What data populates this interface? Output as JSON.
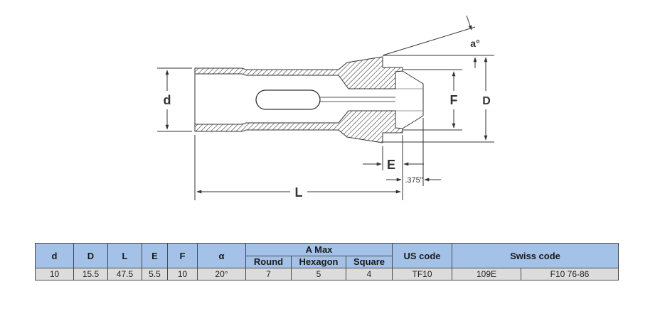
{
  "drawing": {
    "labels": {
      "d": "d",
      "D": "D",
      "L": "L",
      "E": "E",
      "F": "F",
      "angle": "a°",
      "offset": ".375\""
    }
  },
  "table": {
    "headers": {
      "d": "d",
      "D": "D",
      "L": "L",
      "E": "E",
      "F": "F",
      "alpha": "α",
      "a_max": "A Max",
      "round": "Round",
      "hexagon": "Hexagon",
      "square": "Square",
      "us_code": "US code",
      "swiss_code": "Swiss code"
    },
    "row": {
      "d": "10",
      "D": "15.5",
      "L": "47.5",
      "E": "5.5",
      "F": "10",
      "alpha": "20°",
      "round": "7",
      "hexagon": "5",
      "square": "4",
      "us_code": "TF10",
      "swiss_code_1": "109E",
      "swiss_code_2": "F10 76-86"
    }
  },
  "colors": {
    "header_bg": "#a4c2e8",
    "cell_bg": "#dcdcdc",
    "line": "#333333"
  }
}
